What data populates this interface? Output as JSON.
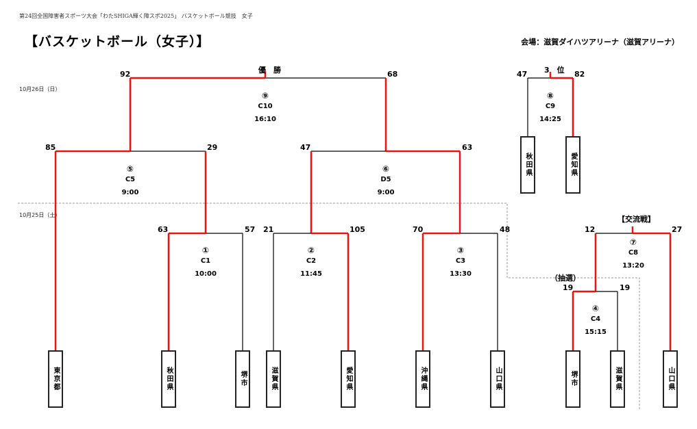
{
  "header": {
    "note": "第24回全国障害者スポーツ大会「わたSHIGA輝く障スポ2025」 バスケットボール競技　女子",
    "title": "【バスケットボール（女子）】",
    "venue": "会場：滋賀ダイハツアリーナ（滋賀アリーナ）"
  },
  "dates": {
    "day2": "10月26日（日）",
    "day1": "10月25日（土）"
  },
  "labels": {
    "final": "優　勝",
    "third": "3　位",
    "exchange": "【交流戦】",
    "lottery": "（抽選）"
  },
  "colors": {
    "winner_line": "#ee1111",
    "line": "#000000",
    "dashed": "#999999"
  },
  "teams": {
    "t1": "東京都",
    "t2": "秋田県",
    "t3": "堺市",
    "t4": "滋賀県",
    "t5": "愛知県",
    "t6": "沖縄県",
    "t7": "山口県",
    "t8": "堺市",
    "t9": "滋賀県",
    "t10": "山口県",
    "t11": "秋田県",
    "t12": "愛知県"
  },
  "matches": {
    "m1": {
      "num": "①",
      "court": "C1",
      "time": "10:00",
      "left_score": "63",
      "right_score": "57"
    },
    "m2": {
      "num": "②",
      "court": "C2",
      "time": "11:45",
      "left_score": "21",
      "right_score": "105"
    },
    "m3": {
      "num": "③",
      "court": "C3",
      "time": "13:30",
      "left_score": "70",
      "right_score": "48"
    },
    "m4": {
      "num": "④",
      "court": "C4",
      "time": "15:15",
      "left_score": "19",
      "right_score": "19"
    },
    "m5": {
      "num": "⑤",
      "court": "C5",
      "time": "9:00",
      "left_score": "85",
      "right_score": "29"
    },
    "m6": {
      "num": "⑥",
      "court": "D5",
      "time": "9:00",
      "left_score": "47",
      "right_score": "63"
    },
    "m7": {
      "num": "⑦",
      "court": "C8",
      "time": "13:20",
      "left_score": "12",
      "right_score": "27"
    },
    "m8": {
      "num": "⑧",
      "court": "C9",
      "time": "14:25",
      "left_score": "47",
      "right_score": "82"
    },
    "m9": {
      "num": "⑨",
      "court": "C10",
      "time": "16:10",
      "left_score": "92",
      "right_score": "68"
    }
  }
}
